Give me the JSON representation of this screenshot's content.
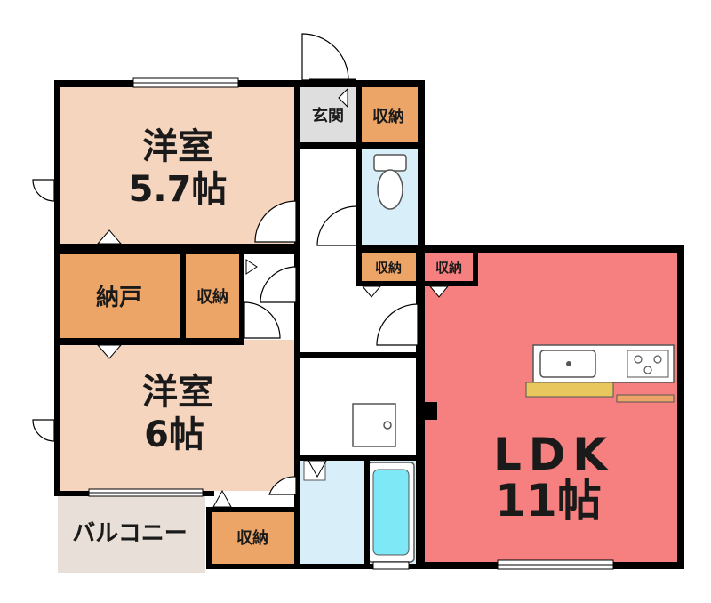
{
  "rooms": {
    "western_1": {
      "name": "洋室",
      "size": "5.7帖"
    },
    "western_2": {
      "name": "洋室",
      "size": "6帖"
    },
    "ldk": {
      "name": "LDK",
      "size": "11帖"
    },
    "nando": {
      "name": "納戸"
    },
    "genkan": {
      "name": "玄関"
    },
    "balcony": {
      "name": "バルコニー"
    },
    "storage": [
      "収納",
      "収納",
      "収納",
      "収納",
      "収納"
    ]
  },
  "colors": {
    "wall": "#000000",
    "western": "#f5d5be",
    "storage": "#eca567",
    "ldk": "#f68080",
    "hall": "#ffffff",
    "genkan": "#dedede",
    "balcony": "#e8e0d8",
    "wet": "#d8eef9",
    "bathtub": "#7ee8f6",
    "counter": "#e8c85e"
  }
}
